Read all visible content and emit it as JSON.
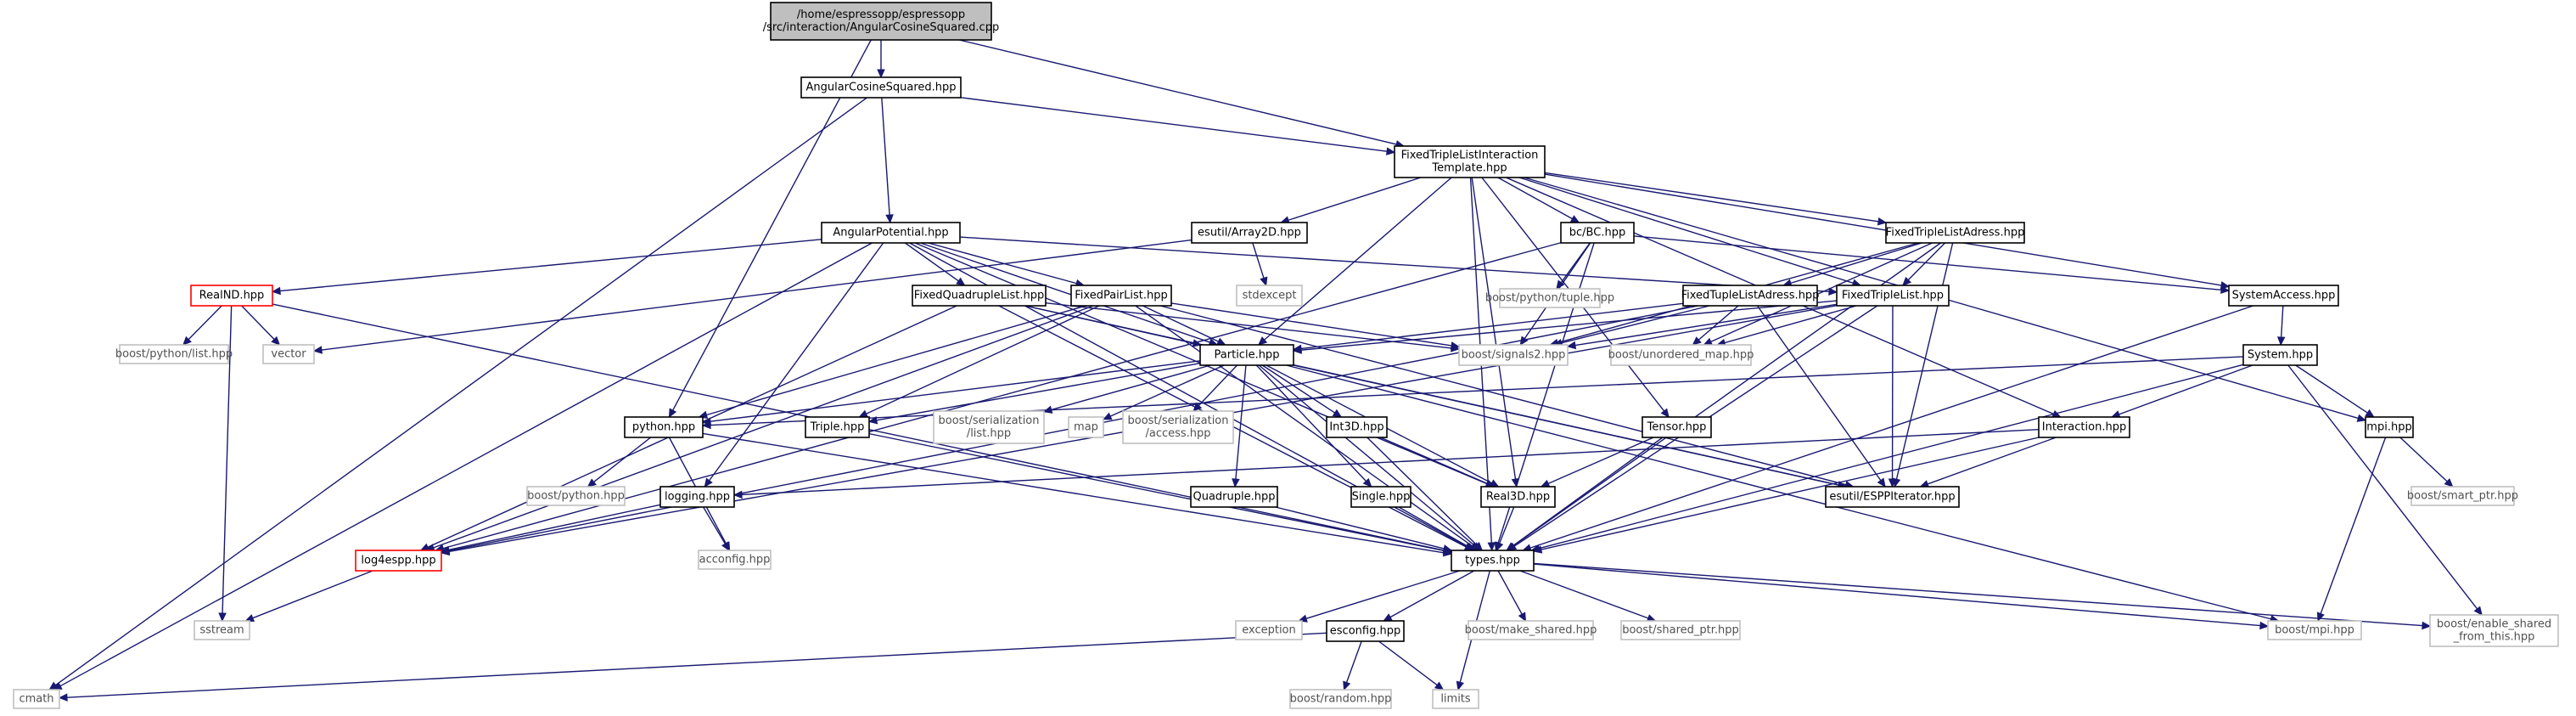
{
  "colors": {
    "edge": "#191970",
    "node_border": "#000000",
    "node_border_missing": "#bfbfbf",
    "node_border_truncated": "#ff0000",
    "root_fill": "#bfbfbf",
    "node_fill": "#ffffff",
    "text": "#000000",
    "text_missing": "#505050"
  },
  "nodes": [
    {
      "id": "root",
      "kind": "root",
      "lines": [
        "/home/espressopp/espressopp",
        "/src/interaction/AngularCosineSquared.cpp"
      ]
    },
    {
      "id": "acs",
      "kind": "normal",
      "lines": [
        "AngularCosineSquared.hpp"
      ]
    },
    {
      "id": "ftlit",
      "kind": "normal",
      "lines": [
        "FixedTripleListInteraction",
        "Template.hpp"
      ]
    },
    {
      "id": "ap",
      "kind": "normal",
      "lines": [
        "AngularPotential.hpp"
      ]
    },
    {
      "id": "array2d",
      "kind": "normal",
      "lines": [
        "esutil/Array2D.hpp"
      ]
    },
    {
      "id": "bc",
      "kind": "normal",
      "lines": [
        "bc/BC.hpp"
      ]
    },
    {
      "id": "ftla",
      "kind": "normal",
      "lines": [
        "FixedTripleListAdress.hpp"
      ]
    },
    {
      "id": "realnd",
      "kind": "truncated",
      "lines": [
        "RealND.hpp"
      ]
    },
    {
      "id": "fql",
      "kind": "normal",
      "lines": [
        "FixedQuadrupleList.hpp"
      ]
    },
    {
      "id": "fpl",
      "kind": "normal",
      "lines": [
        "FixedPairList.hpp"
      ]
    },
    {
      "id": "stdexcept",
      "kind": "missing",
      "lines": [
        "stdexcept"
      ]
    },
    {
      "id": "ftupla",
      "kind": "normal",
      "lines": [
        "FixedTupleListAdress.hpp"
      ]
    },
    {
      "id": "ftl",
      "kind": "normal",
      "lines": [
        "FixedTripleList.hpp"
      ]
    },
    {
      "id": "sysacc",
      "kind": "normal",
      "lines": [
        "SystemAccess.hpp"
      ]
    },
    {
      "id": "bpytuple",
      "kind": "missing",
      "lines": [
        "boost/python/tuple.hpp"
      ]
    },
    {
      "id": "bpylist",
      "kind": "missing",
      "lines": [
        "boost/python/list.hpp"
      ]
    },
    {
      "id": "vector",
      "kind": "missing",
      "lines": [
        "vector"
      ]
    },
    {
      "id": "particle",
      "kind": "normal",
      "lines": [
        "Particle.hpp"
      ]
    },
    {
      "id": "signals2",
      "kind": "missing",
      "lines": [
        "boost/signals2.hpp"
      ]
    },
    {
      "id": "umap",
      "kind": "missing",
      "lines": [
        "boost/unordered_map.hpp"
      ]
    },
    {
      "id": "system",
      "kind": "normal",
      "lines": [
        "System.hpp"
      ]
    },
    {
      "id": "python",
      "kind": "normal",
      "lines": [
        "python.hpp"
      ]
    },
    {
      "id": "triple",
      "kind": "normal",
      "lines": [
        "Triple.hpp"
      ]
    },
    {
      "id": "bserlist",
      "kind": "missing",
      "lines": [
        "boost/serialization",
        "/list.hpp"
      ]
    },
    {
      "id": "map",
      "kind": "missing",
      "lines": [
        "map"
      ]
    },
    {
      "id": "bseraccess",
      "kind": "missing",
      "lines": [
        "boost/serialization",
        "/access.hpp"
      ]
    },
    {
      "id": "int3d",
      "kind": "normal",
      "lines": [
        "Int3D.hpp"
      ]
    },
    {
      "id": "tensor",
      "kind": "normal",
      "lines": [
        "Tensor.hpp"
      ]
    },
    {
      "id": "interaction",
      "kind": "normal",
      "lines": [
        "Interaction.hpp"
      ]
    },
    {
      "id": "mpi",
      "kind": "normal",
      "lines": [
        "mpi.hpp"
      ]
    },
    {
      "id": "bpython",
      "kind": "missing",
      "lines": [
        "boost/python.hpp"
      ]
    },
    {
      "id": "logging",
      "kind": "normal",
      "lines": [
        "logging.hpp"
      ]
    },
    {
      "id": "quadruple",
      "kind": "normal",
      "lines": [
        "Quadruple.hpp"
      ]
    },
    {
      "id": "single",
      "kind": "normal",
      "lines": [
        "Single.hpp"
      ]
    },
    {
      "id": "real3d",
      "kind": "normal",
      "lines": [
        "Real3D.hpp"
      ]
    },
    {
      "id": "espp",
      "kind": "normal",
      "lines": [
        "esutil/ESPPIterator.hpp"
      ]
    },
    {
      "id": "bsmart",
      "kind": "missing",
      "lines": [
        "boost/smart_ptr.hpp"
      ]
    },
    {
      "id": "acconfig",
      "kind": "missing",
      "lines": [
        "acconfig.hpp"
      ]
    },
    {
      "id": "log4espp",
      "kind": "truncated",
      "lines": [
        "log4espp.hpp"
      ]
    },
    {
      "id": "types",
      "kind": "normal",
      "lines": [
        "types.hpp"
      ]
    },
    {
      "id": "sstream",
      "kind": "missing",
      "lines": [
        "sstream"
      ]
    },
    {
      "id": "exception",
      "kind": "missing",
      "lines": [
        "exception"
      ]
    },
    {
      "id": "esconfig",
      "kind": "normal",
      "lines": [
        "esconfig.hpp"
      ]
    },
    {
      "id": "bmakeshared",
      "kind": "missing",
      "lines": [
        "boost/make_shared.hpp"
      ]
    },
    {
      "id": "bsharedptr",
      "kind": "missing",
      "lines": [
        "boost/shared_ptr.hpp"
      ]
    },
    {
      "id": "bmpi",
      "kind": "missing",
      "lines": [
        "boost/mpi.hpp"
      ]
    },
    {
      "id": "benable",
      "kind": "missing",
      "lines": [
        "boost/enable_shared",
        "_from_this.hpp"
      ]
    },
    {
      "id": "cmath",
      "kind": "missing",
      "lines": [
        "cmath"
      ]
    },
    {
      "id": "brandom",
      "kind": "missing",
      "lines": [
        "boost/random.hpp"
      ]
    },
    {
      "id": "limits",
      "kind": "missing",
      "lines": [
        "limits"
      ]
    }
  ],
  "edges": [
    [
      "root",
      "acs"
    ],
    [
      "root",
      "ftlit"
    ],
    [
      "root",
      "python"
    ],
    [
      "acs",
      "ap"
    ],
    [
      "acs",
      "ftlit"
    ],
    [
      "acs",
      "cmath"
    ],
    [
      "ap",
      "realnd"
    ],
    [
      "ap",
      "fql"
    ],
    [
      "ap",
      "fpl"
    ],
    [
      "ap",
      "ftl"
    ],
    [
      "ap",
      "particle"
    ],
    [
      "ap",
      "logging"
    ],
    [
      "ap",
      "types"
    ],
    [
      "ap",
      "real3d"
    ],
    [
      "ap",
      "cmath"
    ],
    [
      "ftlit",
      "array2d"
    ],
    [
      "ftlit",
      "bc"
    ],
    [
      "ftlit",
      "ftla"
    ],
    [
      "ftlit",
      "ftl"
    ],
    [
      "ftlit",
      "sysacc"
    ],
    [
      "ftlit",
      "particle"
    ],
    [
      "ftlit",
      "tensor"
    ],
    [
      "ftlit",
      "interaction"
    ],
    [
      "ftlit",
      "mpi"
    ],
    [
      "ftlit",
      "real3d"
    ],
    [
      "ftlit",
      "types"
    ],
    [
      "array2d",
      "stdexcept"
    ],
    [
      "array2d",
      "vector"
    ],
    [
      "bc",
      "bpytuple"
    ],
    [
      "bc",
      "signals2"
    ],
    [
      "bc",
      "log4espp"
    ],
    [
      "bc",
      "types"
    ],
    [
      "bc",
      "sysacc"
    ],
    [
      "ftla",
      "ftupla"
    ],
    [
      "ftla",
      "ftl"
    ],
    [
      "ftla",
      "signals2"
    ],
    [
      "ftla",
      "umap"
    ],
    [
      "ftla",
      "espp"
    ],
    [
      "ftla",
      "types"
    ],
    [
      "realnd",
      "bpylist"
    ],
    [
      "realnd",
      "vector"
    ],
    [
      "realnd",
      "sstream"
    ],
    [
      "realnd",
      "types"
    ],
    [
      "fql",
      "particle"
    ],
    [
      "fql",
      "signals2"
    ],
    [
      "fql",
      "log4espp"
    ],
    [
      "fql",
      "espp"
    ],
    [
      "fql",
      "types"
    ],
    [
      "fpl",
      "particle"
    ],
    [
      "fpl",
      "signals2"
    ],
    [
      "fpl",
      "python"
    ],
    [
      "fpl",
      "log4espp"
    ],
    [
      "fpl",
      "types"
    ],
    [
      "fpl",
      "espp"
    ],
    [
      "fpl",
      "triple"
    ],
    [
      "ftupla",
      "particle"
    ],
    [
      "ftupla",
      "signals2"
    ],
    [
      "ftupla",
      "umap"
    ],
    [
      "ftupla",
      "espp"
    ],
    [
      "ftupla",
      "log4espp"
    ],
    [
      "ftl",
      "particle"
    ],
    [
      "ftl",
      "signals2"
    ],
    [
      "ftl",
      "umap"
    ],
    [
      "ftl",
      "log4espp"
    ],
    [
      "ftl",
      "espp"
    ],
    [
      "ftl",
      "types"
    ],
    [
      "sysacc",
      "system"
    ],
    [
      "sysacc",
      "types"
    ],
    [
      "system",
      "python"
    ],
    [
      "system",
      "interaction"
    ],
    [
      "system",
      "mpi"
    ],
    [
      "system",
      "types"
    ],
    [
      "system",
      "benable"
    ],
    [
      "particle",
      "python"
    ],
    [
      "particle",
      "triple"
    ],
    [
      "particle",
      "bserlist"
    ],
    [
      "particle",
      "map"
    ],
    [
      "particle",
      "bseraccess"
    ],
    [
      "particle",
      "int3d"
    ],
    [
      "particle",
      "quadruple"
    ],
    [
      "particle",
      "single"
    ],
    [
      "particle",
      "real3d"
    ],
    [
      "particle",
      "types"
    ],
    [
      "particle",
      "espp"
    ],
    [
      "particle",
      "bmpi"
    ],
    [
      "python",
      "bpython"
    ],
    [
      "python",
      "acconfig"
    ],
    [
      "python",
      "types"
    ],
    [
      "triple",
      "types"
    ],
    [
      "quadruple",
      "types"
    ],
    [
      "single",
      "types"
    ],
    [
      "int3d",
      "real3d"
    ],
    [
      "int3d",
      "types"
    ],
    [
      "tensor",
      "real3d"
    ],
    [
      "tensor",
      "types"
    ],
    [
      "interaction",
      "logging"
    ],
    [
      "interaction",
      "espp"
    ],
    [
      "interaction",
      "types"
    ],
    [
      "mpi",
      "bsmart"
    ],
    [
      "mpi",
      "bmpi"
    ],
    [
      "logging",
      "log4espp"
    ],
    [
      "logging",
      "acconfig"
    ],
    [
      "real3d",
      "types"
    ],
    [
      "log4espp",
      "sstream"
    ],
    [
      "types",
      "exception"
    ],
    [
      "types",
      "esconfig"
    ],
    [
      "types",
      "bmakeshared"
    ],
    [
      "types",
      "bsharedptr"
    ],
    [
      "types",
      "bmpi"
    ],
    [
      "types",
      "benable"
    ],
    [
      "types",
      "limits"
    ],
    [
      "esconfig",
      "cmath"
    ],
    [
      "esconfig",
      "brandom"
    ],
    [
      "esconfig",
      "limits"
    ]
  ]
}
